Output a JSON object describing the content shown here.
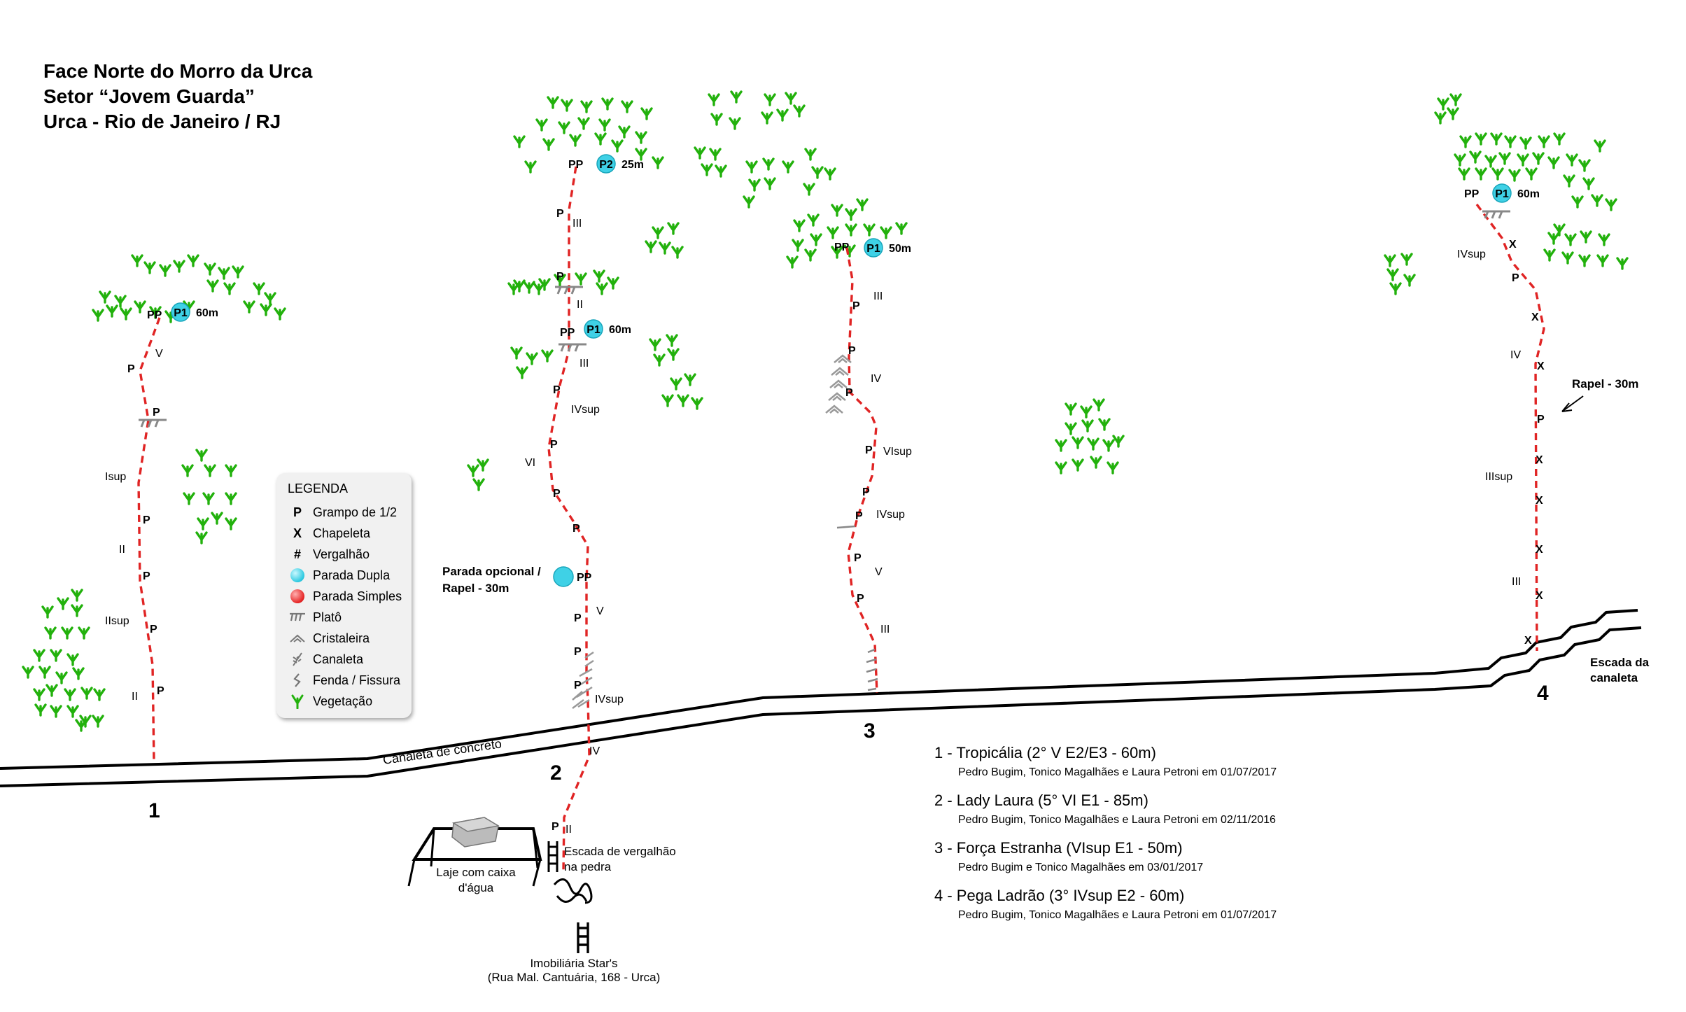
{
  "title": {
    "line1": "Face Norte do Morro da Urca",
    "line2": "Setor “Jovem Guarda”",
    "line3": "Urca - Rio de Janeiro / RJ"
  },
  "legend": {
    "title": "LEGENDA",
    "items": [
      {
        "symbol": "P",
        "label": "Grampo de 1/2"
      },
      {
        "symbol": "X",
        "label": "Chapeleta"
      },
      {
        "symbol": "#",
        "label": "Vergalhão"
      },
      {
        "symbol": "cyan-circle-icon",
        "label": "Parada Dupla"
      },
      {
        "symbol": "red-circle-icon",
        "label": "Parada Simples"
      },
      {
        "symbol": "plato-icon",
        "label": "Platô"
      },
      {
        "symbol": "cristaleira-icon",
        "label": "Cristaleira"
      },
      {
        "symbol": "canaleta-icon",
        "label": "Canaleta"
      },
      {
        "symbol": "fenda-icon",
        "label": "Fenda / Fissura"
      },
      {
        "symbol": "vegetation-icon",
        "label": "Vegetação"
      }
    ]
  },
  "colors": {
    "route_line": "#e02424",
    "anchor_fill": "#3fd1e6",
    "vegetation": "#22b10c",
    "legend_bg": "#f1f1f1"
  },
  "labels": {
    "canaleta": "Canaleta de concreto",
    "parada_opcional_1": "Parada opcional /",
    "parada_opcional_2": "Rapel - 30m",
    "rapel": "Rapel - 30m",
    "escada_canaleta_1": "Escada da",
    "escada_canaleta_2": "canaleta",
    "escada_vergalhao_1": "Escada de vergalhão",
    "escada_vergalhao_2": "na pedra",
    "laje_1": "Laje com caixa",
    "laje_2": "d'água",
    "imobiliaria_1": "Imobiliária Star's",
    "imobiliaria_2": "(Rua Mal. Cantuária, 168 - Urca)"
  },
  "route_numbers": [
    "1",
    "2",
    "3",
    "4"
  ],
  "stations": {
    "r1_p1": {
      "name": "P1",
      "length": "60m"
    },
    "r2_p1": {
      "name": "P1",
      "length": "60m"
    },
    "r2_p2": {
      "name": "P2",
      "length": "25m"
    },
    "r3_p1": {
      "name": "P1",
      "length": "50m"
    },
    "r4_p1": {
      "name": "P1",
      "length": "60m"
    }
  },
  "grades": {
    "r1": [
      "V",
      "Isup",
      "II",
      "IIsup",
      "II"
    ],
    "r2": [
      "III",
      "II",
      "III",
      "IVsup",
      "VI",
      "V",
      "IVsup",
      "IV",
      "II"
    ],
    "r3": [
      "III",
      "IV",
      "VIsup",
      "IVsup",
      "V",
      "III"
    ],
    "r4": [
      "IVsup",
      "IV",
      "IIIsup",
      "III"
    ]
  },
  "routes": [
    {
      "name": "1 - Tropicália (2° V E2/E3 - 60m)",
      "authors": "Pedro Bugim, Tonico Magalhães e Laura Petroni em 01/07/2017"
    },
    {
      "name": "2 - Lady Laura (5° VI E1 - 85m)",
      "authors": "Pedro Bugim, Tonico Magalhães e Laura Petroni em 02/11/2016"
    },
    {
      "name": "3 - Força Estranha (VIsup E1 - 50m)",
      "authors": "Pedro Bugim e Tonico Magalhães em 03/01/2017"
    },
    {
      "name": "4 - Pega Ladrão (3° IVsup E2 - 60m)",
      "authors": "Pedro Bugim, Tonico Magalhães e Laura Petroni em 01/07/2017"
    }
  ]
}
